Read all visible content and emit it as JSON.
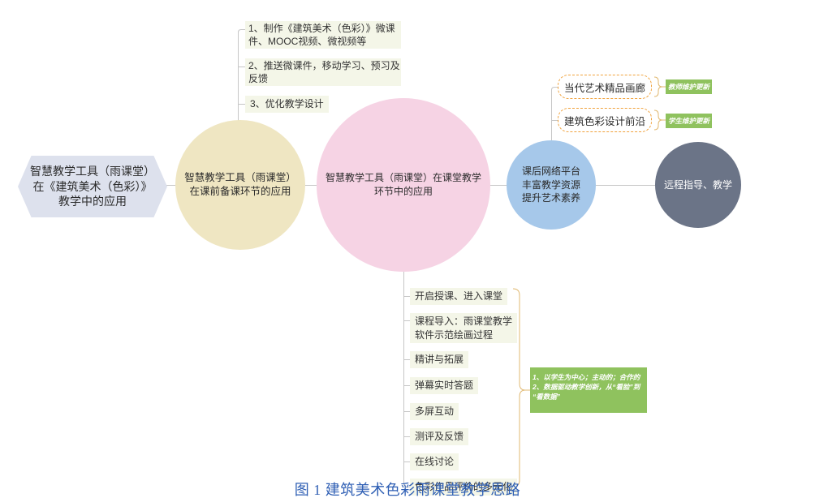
{
  "root": {
    "lines": [
      "智慧教学工具（雨课堂）",
      "在《建筑美术（色彩）》",
      "教学中的应用"
    ]
  },
  "pre_class": {
    "lines": [
      "智慧教学工具（雨课堂）",
      "在课前备课环节的应用"
    ],
    "items": [
      {
        "lines": [
          "1、制作《建筑美术（色彩）》微课",
          "件、MOOC视频、微视频等"
        ]
      },
      {
        "lines": [
          "2、推送微课件，移动学习、预习及",
          "反馈"
        ]
      },
      {
        "lines": [
          "3、优化教学设计"
        ]
      }
    ]
  },
  "in_class": {
    "lines": [
      "智慧教学工具（雨课堂）在课堂教学",
      "环节中的应用"
    ],
    "items": [
      {
        "lines": [
          "开启授课、进入课堂"
        ]
      },
      {
        "lines": [
          "课程导入：雨课堂教学",
          "软件示范绘画过程"
        ]
      },
      {
        "lines": [
          "精讲与拓展"
        ]
      },
      {
        "lines": [
          "弹幕实时答题"
        ]
      },
      {
        "lines": [
          "多屏互动"
        ]
      },
      {
        "lines": [
          "测评及反馈"
        ]
      },
      {
        "lines": [
          "在线讨论"
        ]
      },
      {
        "lines": [
          "色彩作品评价的多元化"
        ]
      }
    ],
    "summary": {
      "lines": [
        "1、以学生为中心；主动的；合作的",
        "2、数据驱动教学创新，从“看脸”到",
        "“看数据”"
      ]
    }
  },
  "after_class": {
    "lines": [
      "课后网络平台",
      "丰富教学资源",
      "提升艺术素养"
    ],
    "items": [
      {
        "label": "当代艺术精品画廊",
        "tag": "教师维护更新"
      },
      {
        "label": "建筑色彩设计前沿",
        "tag": "学生维护更新"
      }
    ]
  },
  "remote": {
    "label": "远程指导、教学"
  },
  "caption": "图 1 建筑美术色彩雨课堂教学思路",
  "colors": {
    "root_fill": "#dde1ed",
    "pre_class_fill": "#efe6c2",
    "in_class_fill": "#f6d3e4",
    "after_class_fill": "#a6c8ea",
    "remote_fill": "#6b7487",
    "item_fill": "#f4f6e8",
    "tag_fill": "#8fc25e",
    "leaf_border": "#f0a23c",
    "caption_text": "#2f5fb4"
  }
}
